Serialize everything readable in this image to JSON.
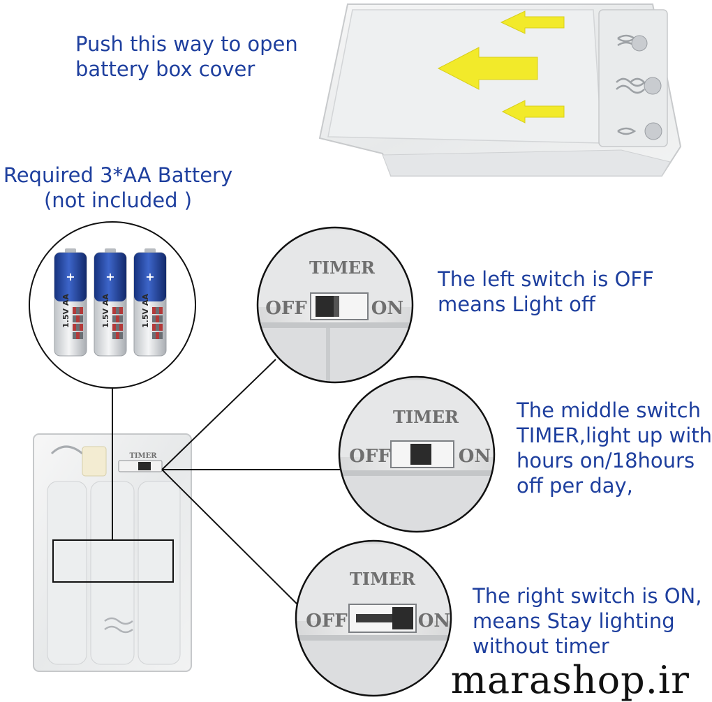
{
  "instructions": {
    "open_cover": "Push this way to open\nbattery box cover",
    "battery_required": "Required 3*AA Battery\n(not included )"
  },
  "switch_modes": {
    "off": "The left switch is OFF\nmeans Light off",
    "timer": "The middle switch\nTIMER,light up with\nhours on/18hours\noff per day,",
    "on": "The right switch is ON,\nmeans Stay lighting\nwithout timer"
  },
  "switch_labels": {
    "timer": "TIMER",
    "off": "OFF",
    "on": "ON"
  },
  "battery": {
    "voltage": "1.5V",
    "type": "AA",
    "count": 3
  },
  "watermark": "marashop.ir",
  "colors": {
    "text_blue": "#1e3f9e",
    "arrow_yellow": "#f2ea2a",
    "battery_blue": "#1d3f9a"
  },
  "icons": [
    "arrow-left-icon",
    "battery-icon",
    "spring-icon",
    "switch-icon"
  ]
}
